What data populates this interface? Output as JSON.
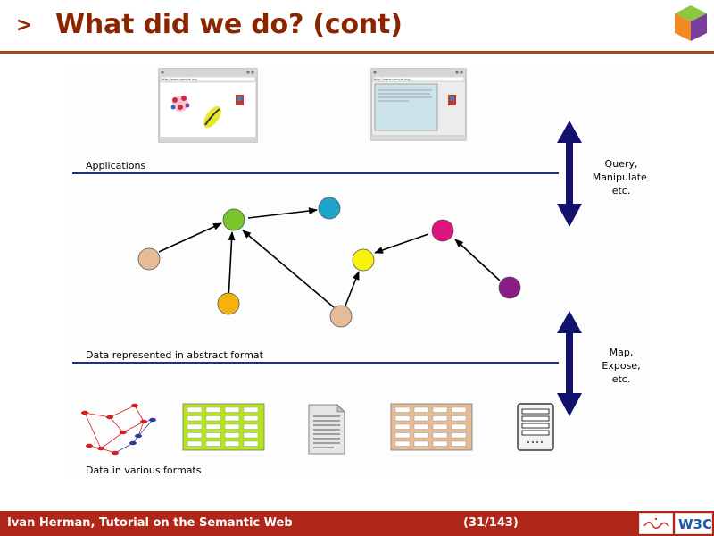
{
  "slide": {
    "bullet": ">",
    "title": "What did we do? (cont)"
  },
  "diagram": {
    "layers": {
      "applications": "Applications",
      "abstract": "Data represented in abstract format",
      "formats": "Data in various formats"
    },
    "arrows": {
      "top": [
        "Query,",
        "Manipulate,",
        "etc."
      ],
      "bottom": [
        "Map,",
        "Expose,",
        "etc."
      ]
    },
    "browser_urls": [
      "http://www.sample.org...",
      "http://www.sample.org..."
    ],
    "node_colors": {
      "tan": "#e6bc96",
      "green": "#7ac52b",
      "blue": "#1fa5cc",
      "orange": "#f5b10e",
      "yellow": "#f9f20c",
      "magenta": "#e0137f",
      "purple": "#8a1c86"
    },
    "line_color": "#1a2f8f",
    "arrow_color": "#12126e"
  },
  "footer": {
    "author": "Ivan Herman, Tutorial on the Semantic Web",
    "page": "(31/143)",
    "w3c_logo": "W3C"
  },
  "colors": {
    "title": "#8b2500",
    "footer_bg": "#b0271a"
  }
}
